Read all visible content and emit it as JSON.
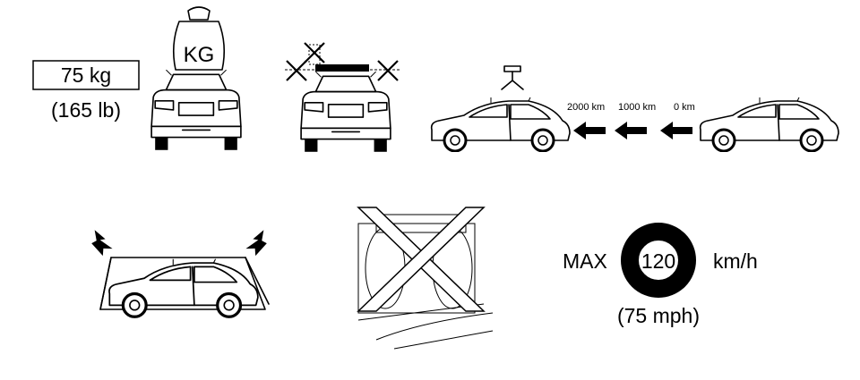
{
  "load_panel": {
    "weight_kg": "75 kg",
    "weight_lb": "(165 lb)",
    "weight_icon_label": "KG"
  },
  "break_in": {
    "distances": [
      "2000 km",
      "1000 km",
      "0 km"
    ]
  },
  "speed_limit": {
    "prefix": "MAX",
    "value": "120",
    "unit": "km/h",
    "imperial": "(75 mph)"
  },
  "colors": {
    "ink": "#000000",
    "background": "#ffffff"
  }
}
